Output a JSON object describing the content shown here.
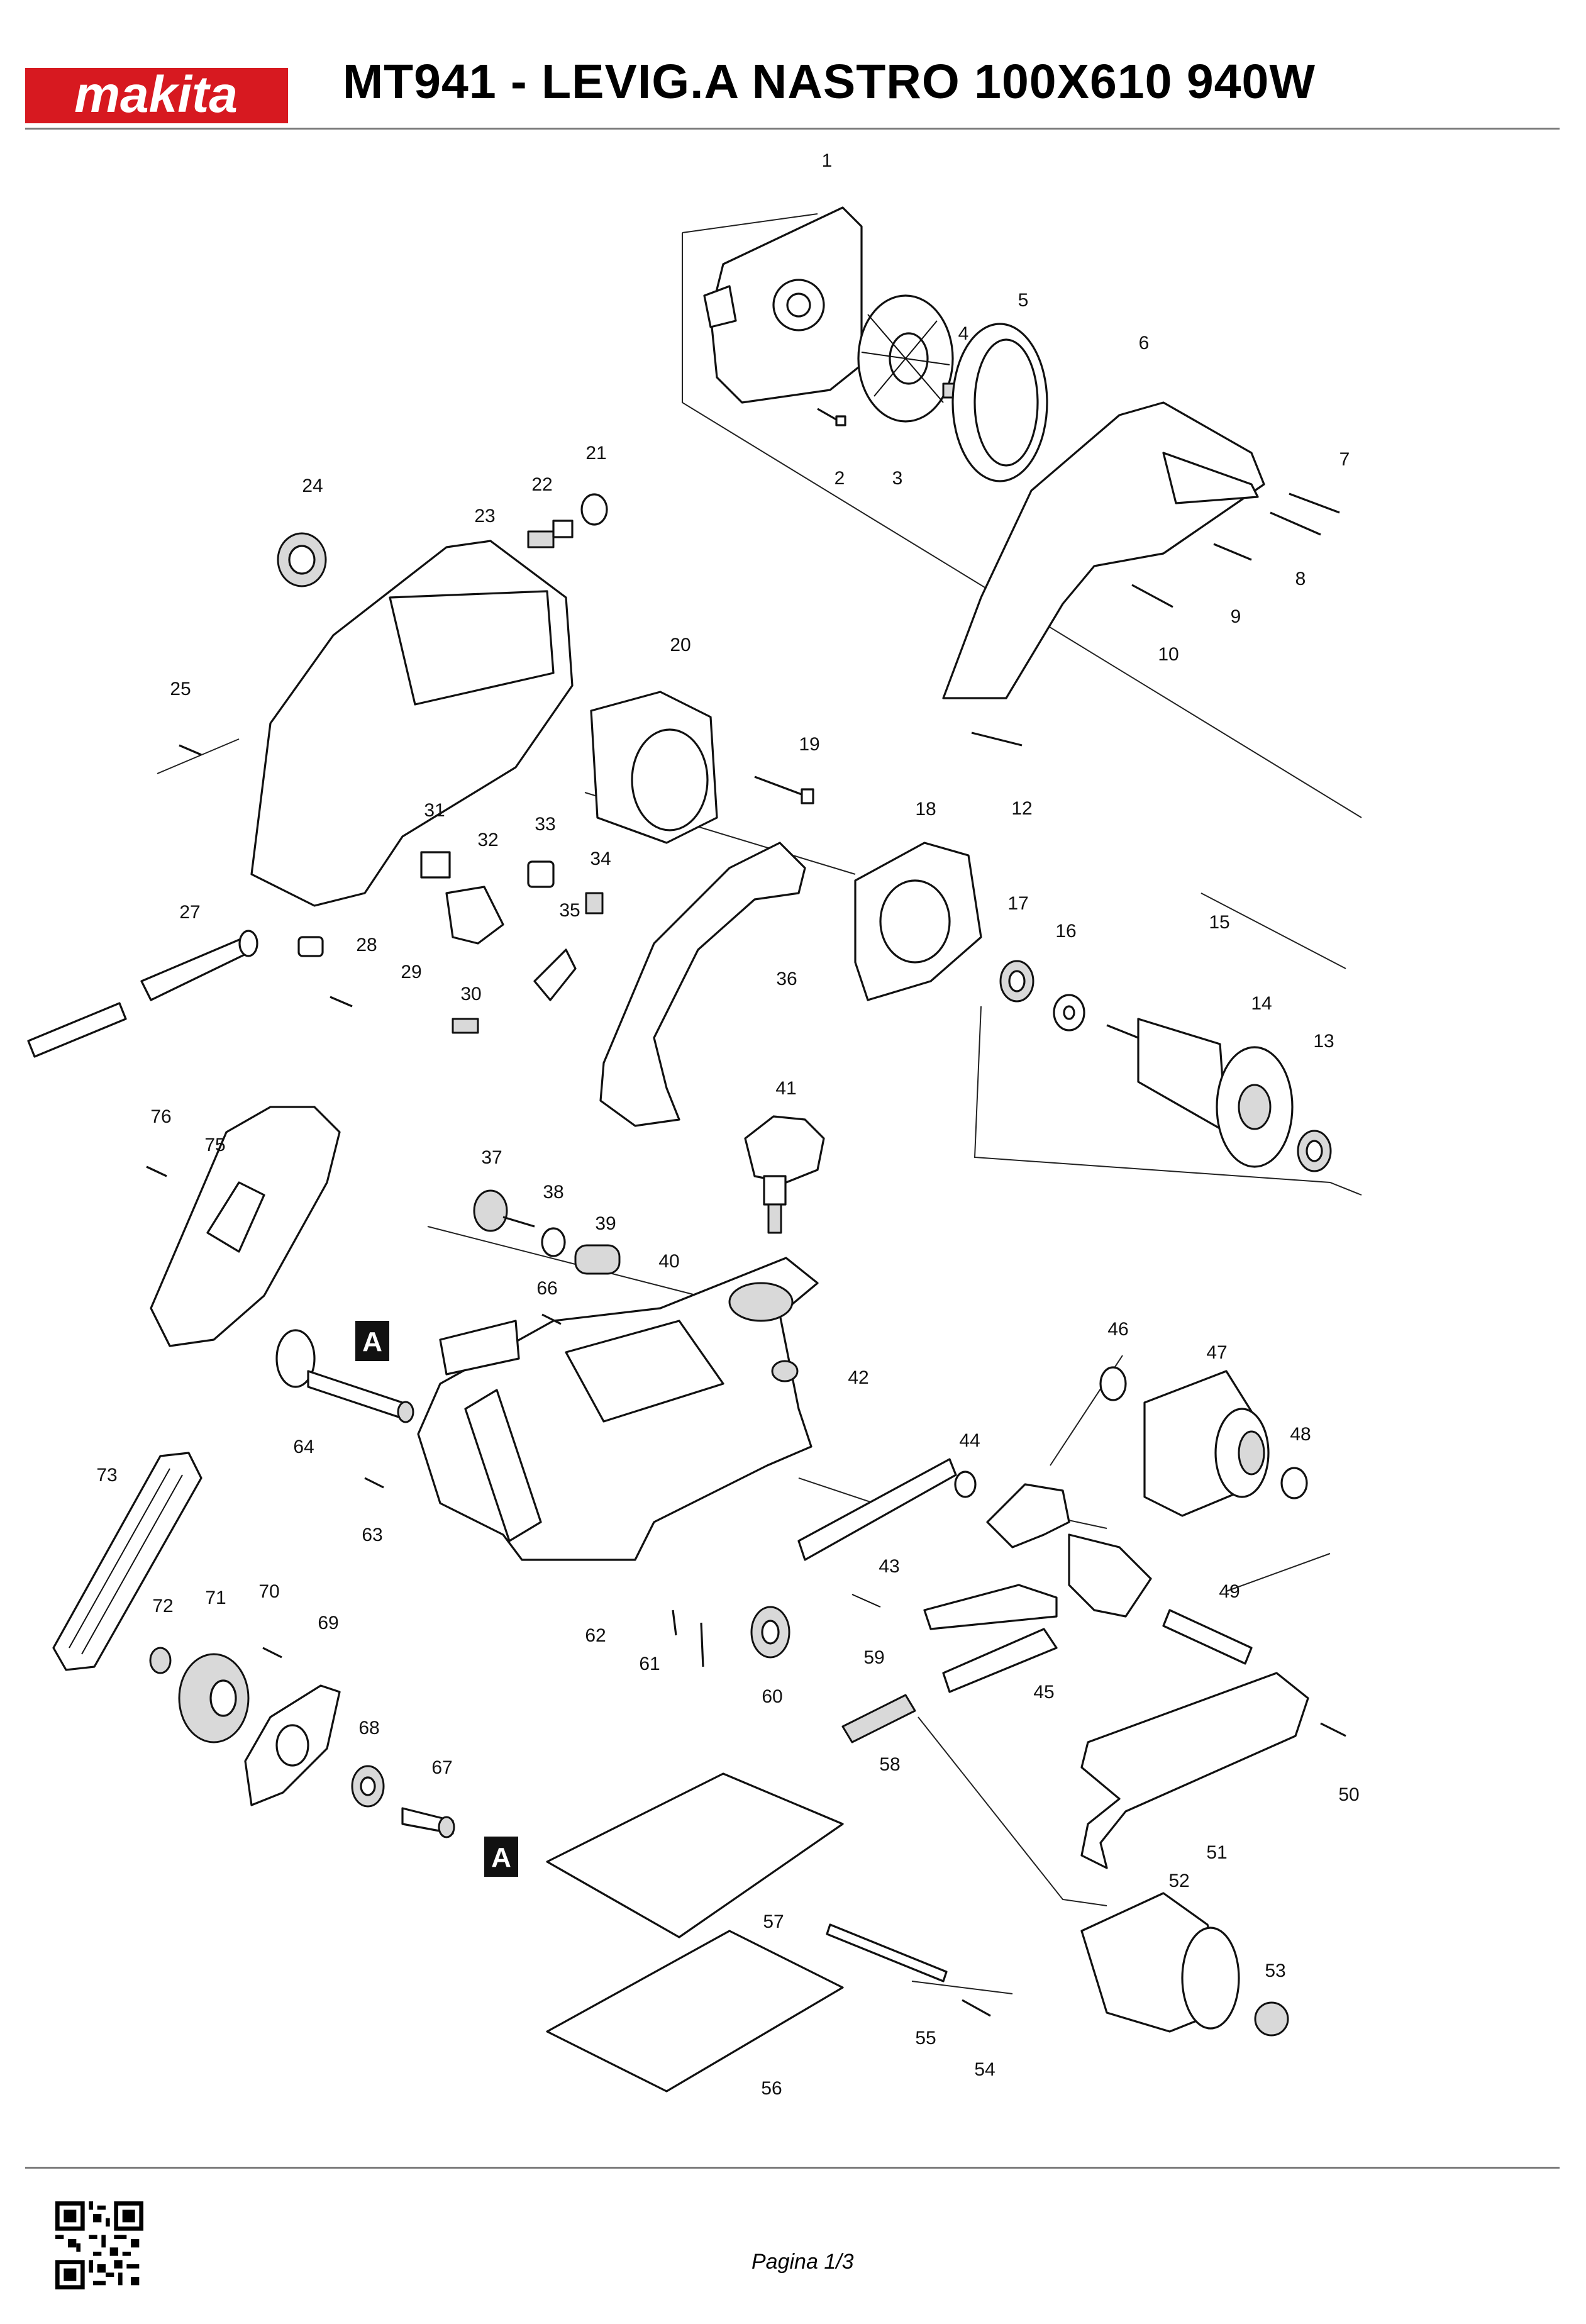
{
  "header": {
    "brand": "makita",
    "title": "MT941 - LEVIG.A NASTRO 100X610 940W",
    "brand_color": "#d71920"
  },
  "diagram": {
    "part_numbers": [
      "1",
      "2",
      "3",
      "4",
      "5",
      "6",
      "7",
      "8",
      "9",
      "10",
      "12",
      "13",
      "14",
      "15",
      "16",
      "17",
      "18",
      "19",
      "20",
      "21",
      "22",
      "23",
      "24",
      "25",
      "27",
      "28",
      "29",
      "30",
      "31",
      "32",
      "33",
      "34",
      "35",
      "36",
      "37",
      "38",
      "39",
      "40",
      "41",
      "42",
      "43",
      "44",
      "45",
      "46",
      "47",
      "48",
      "49",
      "50",
      "51",
      "52",
      "53",
      "54",
      "55",
      "56",
      "57",
      "58",
      "59",
      "60",
      "61",
      "62",
      "63",
      "64",
      "66",
      "67",
      "68",
      "69",
      "70",
      "71",
      "72",
      "73",
      "75",
      "76"
    ],
    "markers": [
      "A",
      "A"
    ]
  },
  "footer": {
    "page_label": "Pagina 1/3",
    "qr_code": "qr-code-icon"
  }
}
